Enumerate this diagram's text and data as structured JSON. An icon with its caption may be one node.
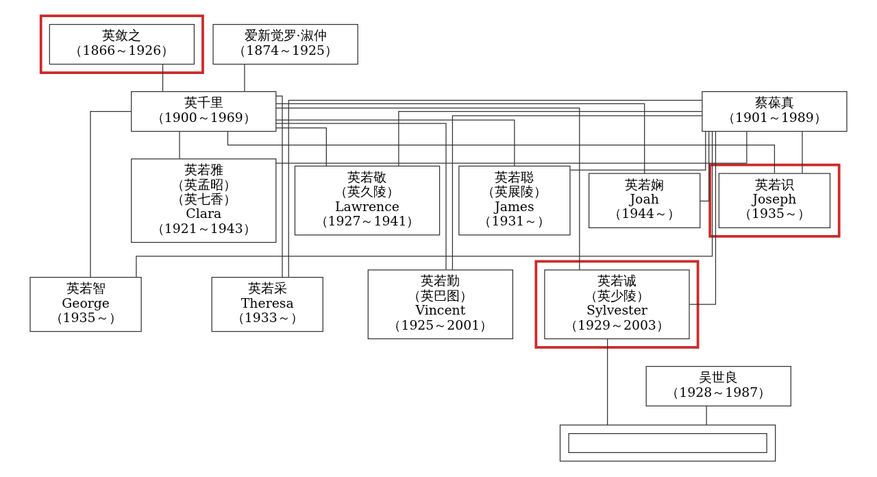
{
  "diagram": {
    "nodes": [
      {
        "text": [],
        "shape": "box"
      },
      {
        "text": [
          "英敛之",
          "（1866～1926）"
        ],
        "in": 0
      },
      {
        "text": [
          "爱新觉罗·淑仲",
          "（1874～1925）"
        ]
      },
      {
        "text": [
          "英千里",
          "（1900～1969）"
        ]
      },
      {
        "text": [
          "蔡葆真",
          "（1901～1989）"
        ]
      },
      {
        "text": [
          "英若雅",
          "（英孟昭）",
          "（英七香）",
          "Clara",
          "（1921～1943）"
        ]
      },
      {
        "text": [
          "英若敬",
          "（英久陵）",
          "Lawrence",
          "（1927～1941）"
        ]
      },
      {
        "text": [
          "英若聪",
          "（英展陵）",
          "James",
          "（1931～）"
        ]
      },
      {
        "text": [],
        "shape": "box"
      },
      {
        "text": [
          "英若识",
          "Joseph",
          "（1935～）"
        ],
        "in": 8
      },
      {
        "text": [
          "英若娴",
          "Joah",
          "（1944～）"
        ]
      },
      {
        "text": [
          "英若勤",
          "（英巴图）",
          "Vincent",
          "（1925～2001）"
        ]
      },
      {
        "text": [],
        "shape": "box"
      },
      {
        "text": [
          "英若诚",
          "（英少陵）",
          "Sylvester",
          "（1929～2003）"
        ],
        "in": 12
      },
      {
        "text": [
          "英若采",
          "Theresa",
          "（1933～）"
        ]
      },
      {
        "text": [
          "英若智",
          "George",
          "（1935～）"
        ]
      },
      {
        "text": [
          "吴世良",
          "（1928～1987）"
        ]
      },
      {
        "text": [],
        "shape": "box"
      },
      {
        "text": [],
        "shape": "box",
        "in": 17
      }
    ],
    "edges": [
      {
        "from": 1,
        "to": 3,
        "arrow": "none"
      },
      {
        "from": 2,
        "to": 3,
        "arrow": "none"
      },
      {
        "from": 3,
        "to": 5,
        "arrow": "none"
      },
      {
        "from": 3,
        "to": 11,
        "arrow": "none"
      },
      {
        "from": 3,
        "to": 6,
        "arrow": "none"
      },
      {
        "from": 3,
        "to": 13,
        "arrow": "none"
      },
      {
        "from": 3,
        "to": 7,
        "arrow": "none"
      },
      {
        "from": 3,
        "to": 14,
        "arrow": "none"
      },
      {
        "from": 3,
        "to": 9,
        "arrow": "none"
      },
      {
        "from": 3,
        "to": 15,
        "arrow": "none"
      },
      {
        "from": 3,
        "to": 10,
        "arrow": "none"
      },
      {
        "from": 4,
        "to": 5,
        "arrow": "none"
      },
      {
        "from": 4,
        "to": 11,
        "arrow": "none"
      },
      {
        "from": 4,
        "to": 6,
        "arrow": "none"
      },
      {
        "from": 4,
        "to": 13,
        "arrow": "none"
      },
      {
        "from": 4,
        "to": 7,
        "arrow": "none"
      },
      {
        "from": 4,
        "to": 14,
        "arrow": "none"
      },
      {
        "from": 4,
        "to": 9,
        "arrow": "none"
      },
      {
        "from": 4,
        "to": 15,
        "arrow": "none"
      },
      {
        "from": 4,
        "to": 10,
        "arrow": "none"
      },
      {
        "from": 13,
        "to": 17,
        "arrow": "none"
      },
      {
        "from": 16,
        "to": 17,
        "arrow": "none"
      }
    ]
  }
}
